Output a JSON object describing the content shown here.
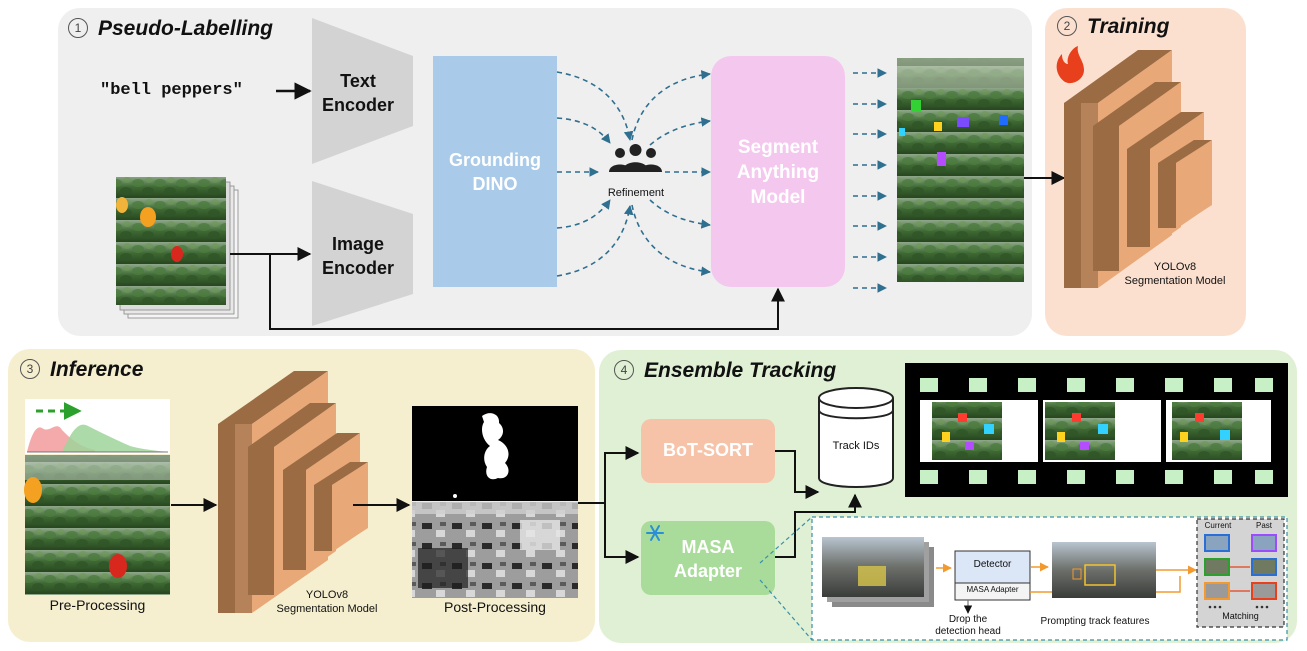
{
  "panels": {
    "pseudo": {
      "number": "1",
      "title": "Pseudo-Labelling"
    },
    "training": {
      "number": "2",
      "title": "Training"
    },
    "inference": {
      "number": "3",
      "title": "Inference"
    },
    "ensemble": {
      "number": "4",
      "title": "Ensemble Tracking"
    }
  },
  "pseudo": {
    "prompt": "\"bell peppers\"",
    "text_encoder": [
      "Text",
      "Encoder"
    ],
    "image_encoder": [
      "Image",
      "Encoder"
    ],
    "grounding": [
      "Grounding",
      "DINO"
    ],
    "refinement": "Refinement",
    "sam": [
      "Segment",
      "Anything",
      "Model"
    ]
  },
  "training": {
    "model_label": [
      "YOLOv8",
      "Segmentation Model"
    ]
  },
  "inference": {
    "pre": "Pre-Processing",
    "post": "Post-Processing",
    "model_label": [
      "YOLOv8",
      "Segmentation Model"
    ]
  },
  "ensemble": {
    "botsort": "BoT-SORT",
    "masa": [
      "MASA",
      "Adapter"
    ],
    "track_ids": "Track IDs",
    "masa_detail": {
      "detector": "Detector",
      "masa_adapter": "MASA Adapter",
      "drop": [
        "Drop the",
        "detection head"
      ],
      "prompting": "Prompting track features",
      "current": "Current",
      "past": "Past",
      "matching": "Matching"
    }
  },
  "colors": {
    "pseudo_bg": "#efefef",
    "training_bg": "#fbe0d0",
    "inference_bg": "#f5efcf",
    "ensemble_bg": "#dff0d4",
    "grounding": "#a9cbe9",
    "sam": "#f4c8ee",
    "encoder": "#d3d3d3",
    "botsort": "#f7c3a8",
    "masa": "#a9dc9a",
    "snowflake": "#2a8fd6",
    "flame": "#e8401c",
    "dashed_arrow": "#2f6f8f"
  }
}
